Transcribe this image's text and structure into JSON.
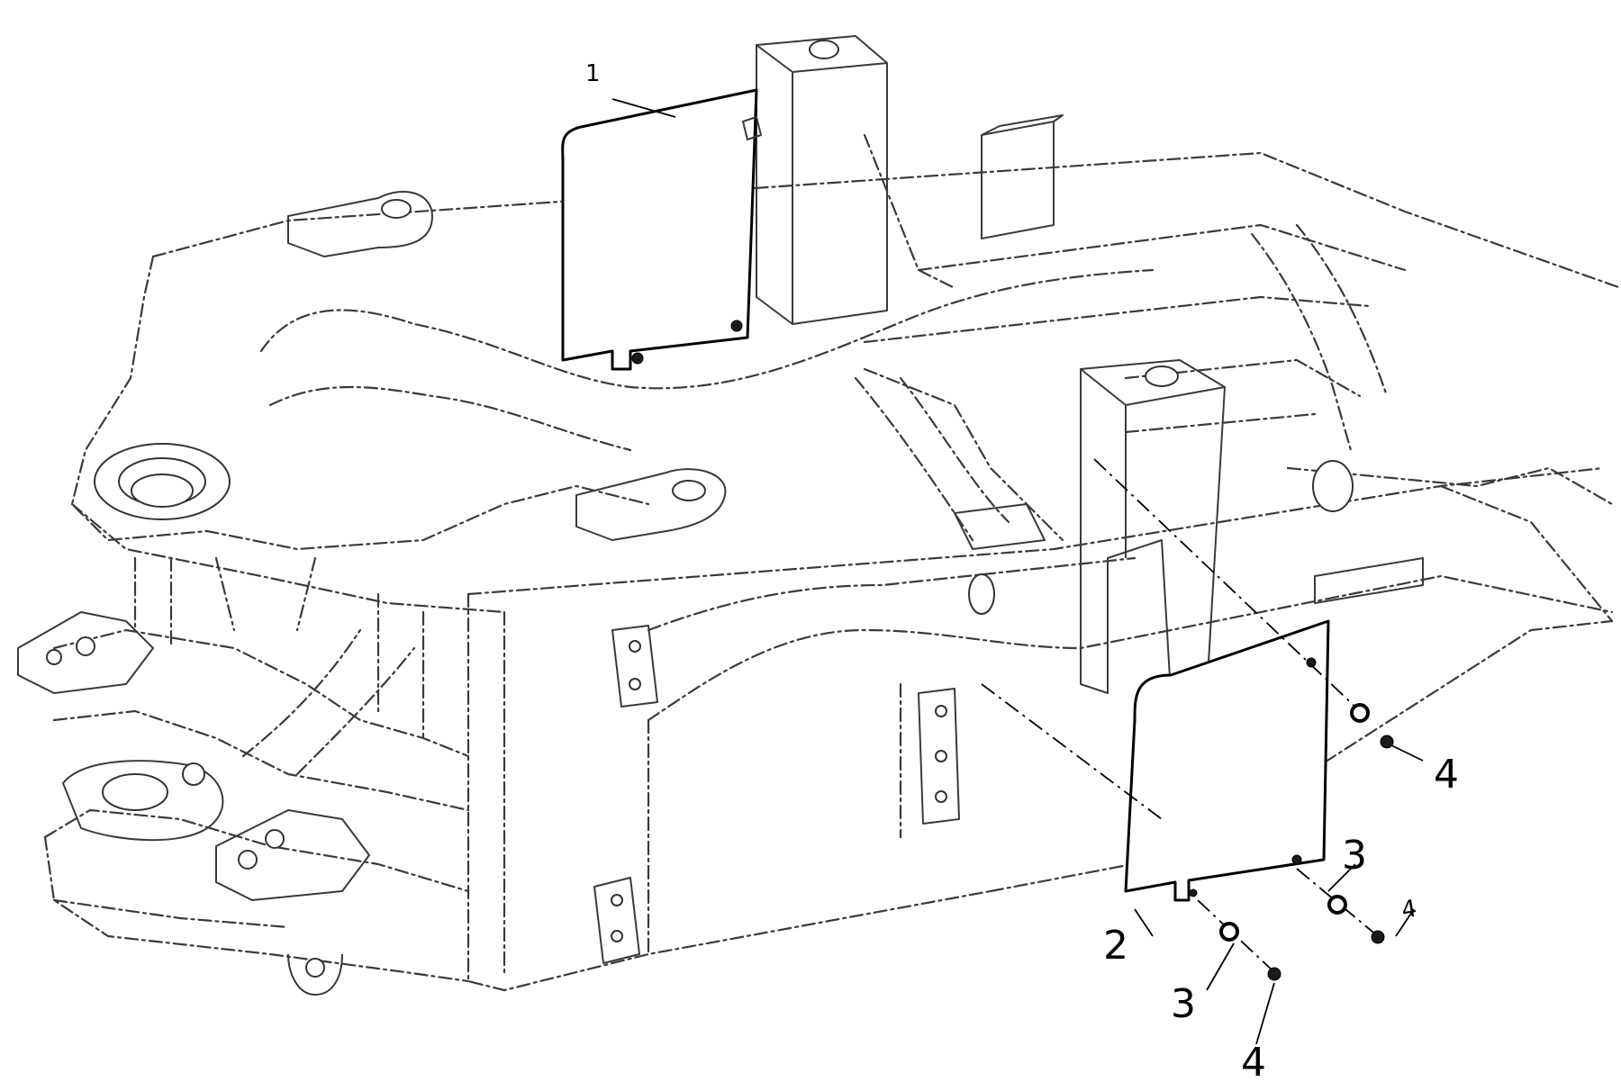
{
  "callouts": {
    "c1_top": "1",
    "c2": "2",
    "c3_bottom": "3",
    "c3_right": "3",
    "c4_upper": "4",
    "c4_bottom": "4",
    "c4_faint": "4"
  }
}
